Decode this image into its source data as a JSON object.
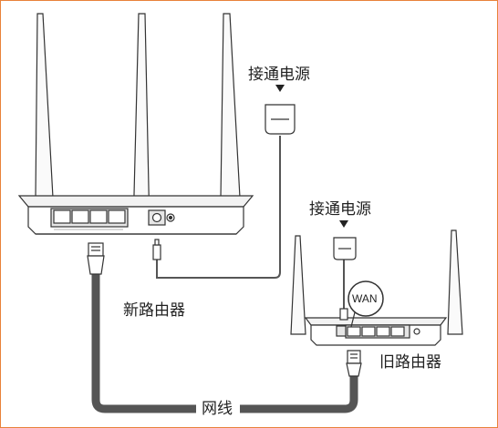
{
  "labels": {
    "power_top": "接通电源",
    "power_bottom": "接通电源",
    "new_router": "新路由器",
    "old_router": "旧路由器",
    "network_cable": "网线",
    "wan_port": "WAN"
  },
  "colors": {
    "border": "#e8823a",
    "cable": "#555555",
    "device_outline": "#333333"
  }
}
